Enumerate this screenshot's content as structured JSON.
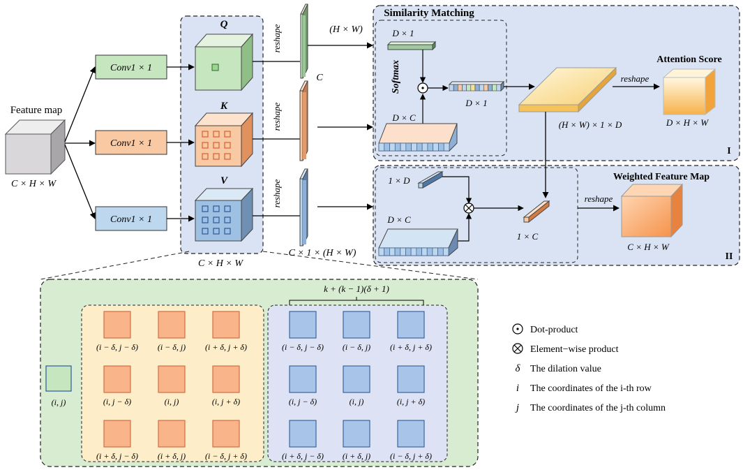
{
  "input": {
    "title": "Feature map",
    "dims": "C × H × W"
  },
  "convs": [
    {
      "label": "Conv1 × 1",
      "color": "#c6e6c0"
    },
    {
      "label": "Conv1 × 1",
      "color": "#f9c9a4"
    },
    {
      "label": "Conv1 × 1",
      "color": "#bcd7ee"
    }
  ],
  "qkv": {
    "q": "Q",
    "k": "K",
    "v": "V",
    "dims": "C × H × W"
  },
  "reshape_label": "reshape",
  "vectors": {
    "q_top": "(H × W)",
    "q_bottom": "C",
    "v_bottom": "C × 1 × (H × W)"
  },
  "similarity": {
    "title": "Similarity Matching",
    "d1": "D × 1",
    "softmax": "Softmax",
    "dxc": "D × C",
    "result": "D × 1",
    "slab": "(H × W) × 1 × D",
    "roman": "I"
  },
  "attention": {
    "title": "Attention Score",
    "reshape": "reshape",
    "dims": "D × H × W"
  },
  "weighted": {
    "title": "Weighted Feature Map",
    "one_d": "1 × D",
    "dxc": "D × C",
    "one_c": "1 × C",
    "reshape": "reshape",
    "dims": "C × H × W",
    "roman": "II"
  },
  "detail": {
    "center": "(i, j)",
    "brace": "k + (k − 1)(δ + 1)",
    "orange": [
      "(i − δ, j − δ)",
      "(i − δ, j)",
      "(i + δ, j + δ)",
      "(i, j − δ)",
      "(i, j)",
      "(i, j + δ)",
      "(i + δ, j − δ)",
      "(i + δ, j)",
      "(i − δ, j + δ)"
    ],
    "blue": [
      "(i − δ, j − δ)",
      "(i − δ, j)",
      "(i + δ, j + δ)",
      "(i, j − δ)",
      "(i, j)",
      "(i, j + δ)",
      "(i + δ, j − δ)",
      "(i + δ, j)",
      "(i − δ, j + δ)"
    ]
  },
  "legend": [
    {
      "symbol": "⊙",
      "text": "Dot-product"
    },
    {
      "symbol": "⊗",
      "text": "Element−wise product"
    },
    {
      "symbol": "δ",
      "text": "The dilation value"
    },
    {
      "symbol": "i",
      "text": "The coordinates of the i-th row"
    },
    {
      "symbol": "j",
      "text": "The coordinates of the j-th column"
    }
  ],
  "colors": {
    "green": "#c6e6c0",
    "orange": "#f9c9a4",
    "blue": "#bcd7ee",
    "gray": "#d9d7da",
    "panel_blue": "#dae3f3",
    "panel_yellow": "#fdedc8",
    "panel_green": "#d8ecd2",
    "panel_lavender": "#dde3f4"
  }
}
